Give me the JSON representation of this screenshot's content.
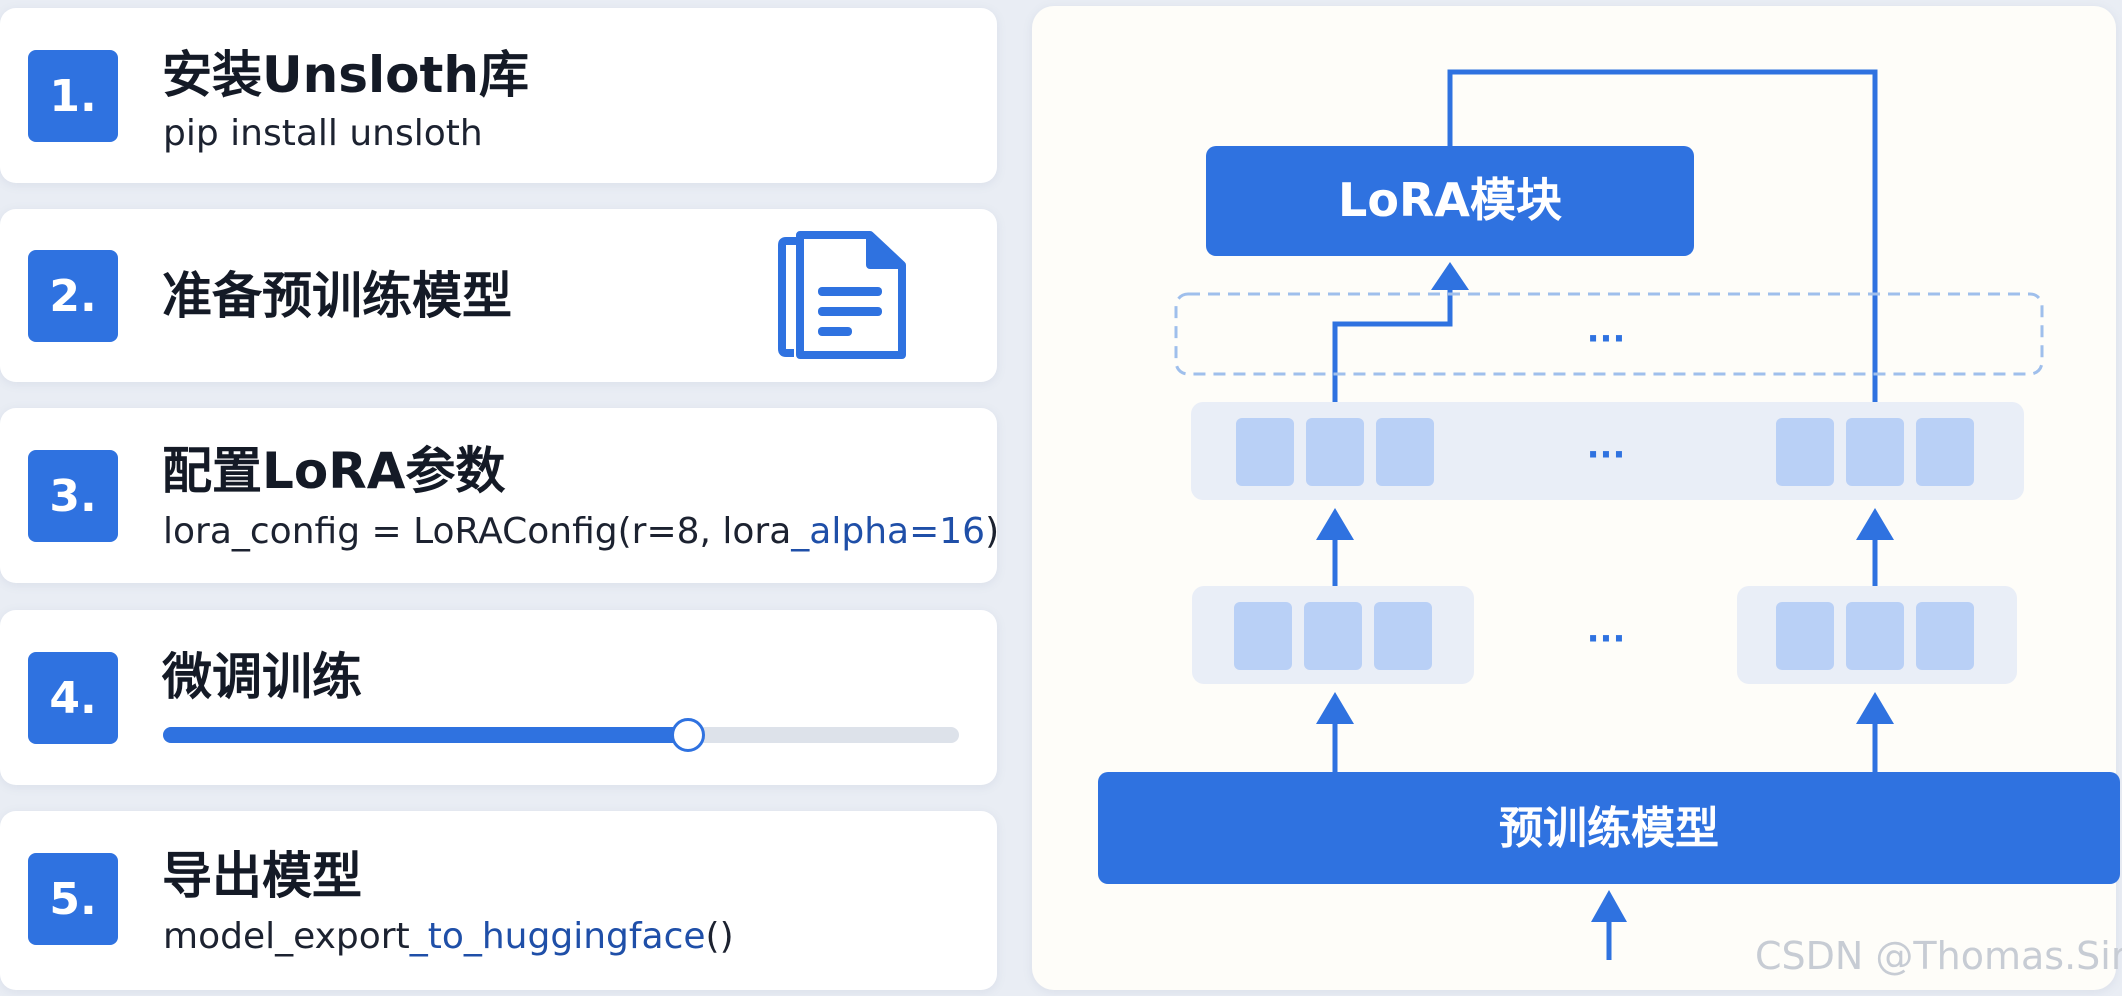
{
  "steps": [
    {
      "number": "1.",
      "title": "安装Unsloth库",
      "code": "pip install unsloth"
    },
    {
      "number": "2.",
      "title": "准备预训练模型"
    },
    {
      "number": "3.",
      "title": "配置LoRA参数",
      "code_plain": "lora_config = LoRAConfig(r=8, lora",
      "code_accent": "_alpha=16",
      "code_tail": ")"
    },
    {
      "number": "4.",
      "title": "微调训练",
      "progress": 0.66
    },
    {
      "number": "5.",
      "title": "导出模型",
      "code_plain": "model_export",
      "code_accent": "_to_huggingface",
      "code_tail": "()"
    }
  ],
  "diagram": {
    "lora_module_label": "LoRA模块",
    "pretrained_model_label": "预训练模型",
    "ellipsis": "···"
  },
  "icons": {
    "document": "document-icon"
  },
  "colors": {
    "accent": "#2f72e0",
    "accent_dark": "#1f4fa8",
    "cell": "#b9d0f6",
    "layer_bg": "#e9eef7",
    "dashed": "#9fbfec"
  },
  "watermark": "CSDN @Thomas.Sir"
}
